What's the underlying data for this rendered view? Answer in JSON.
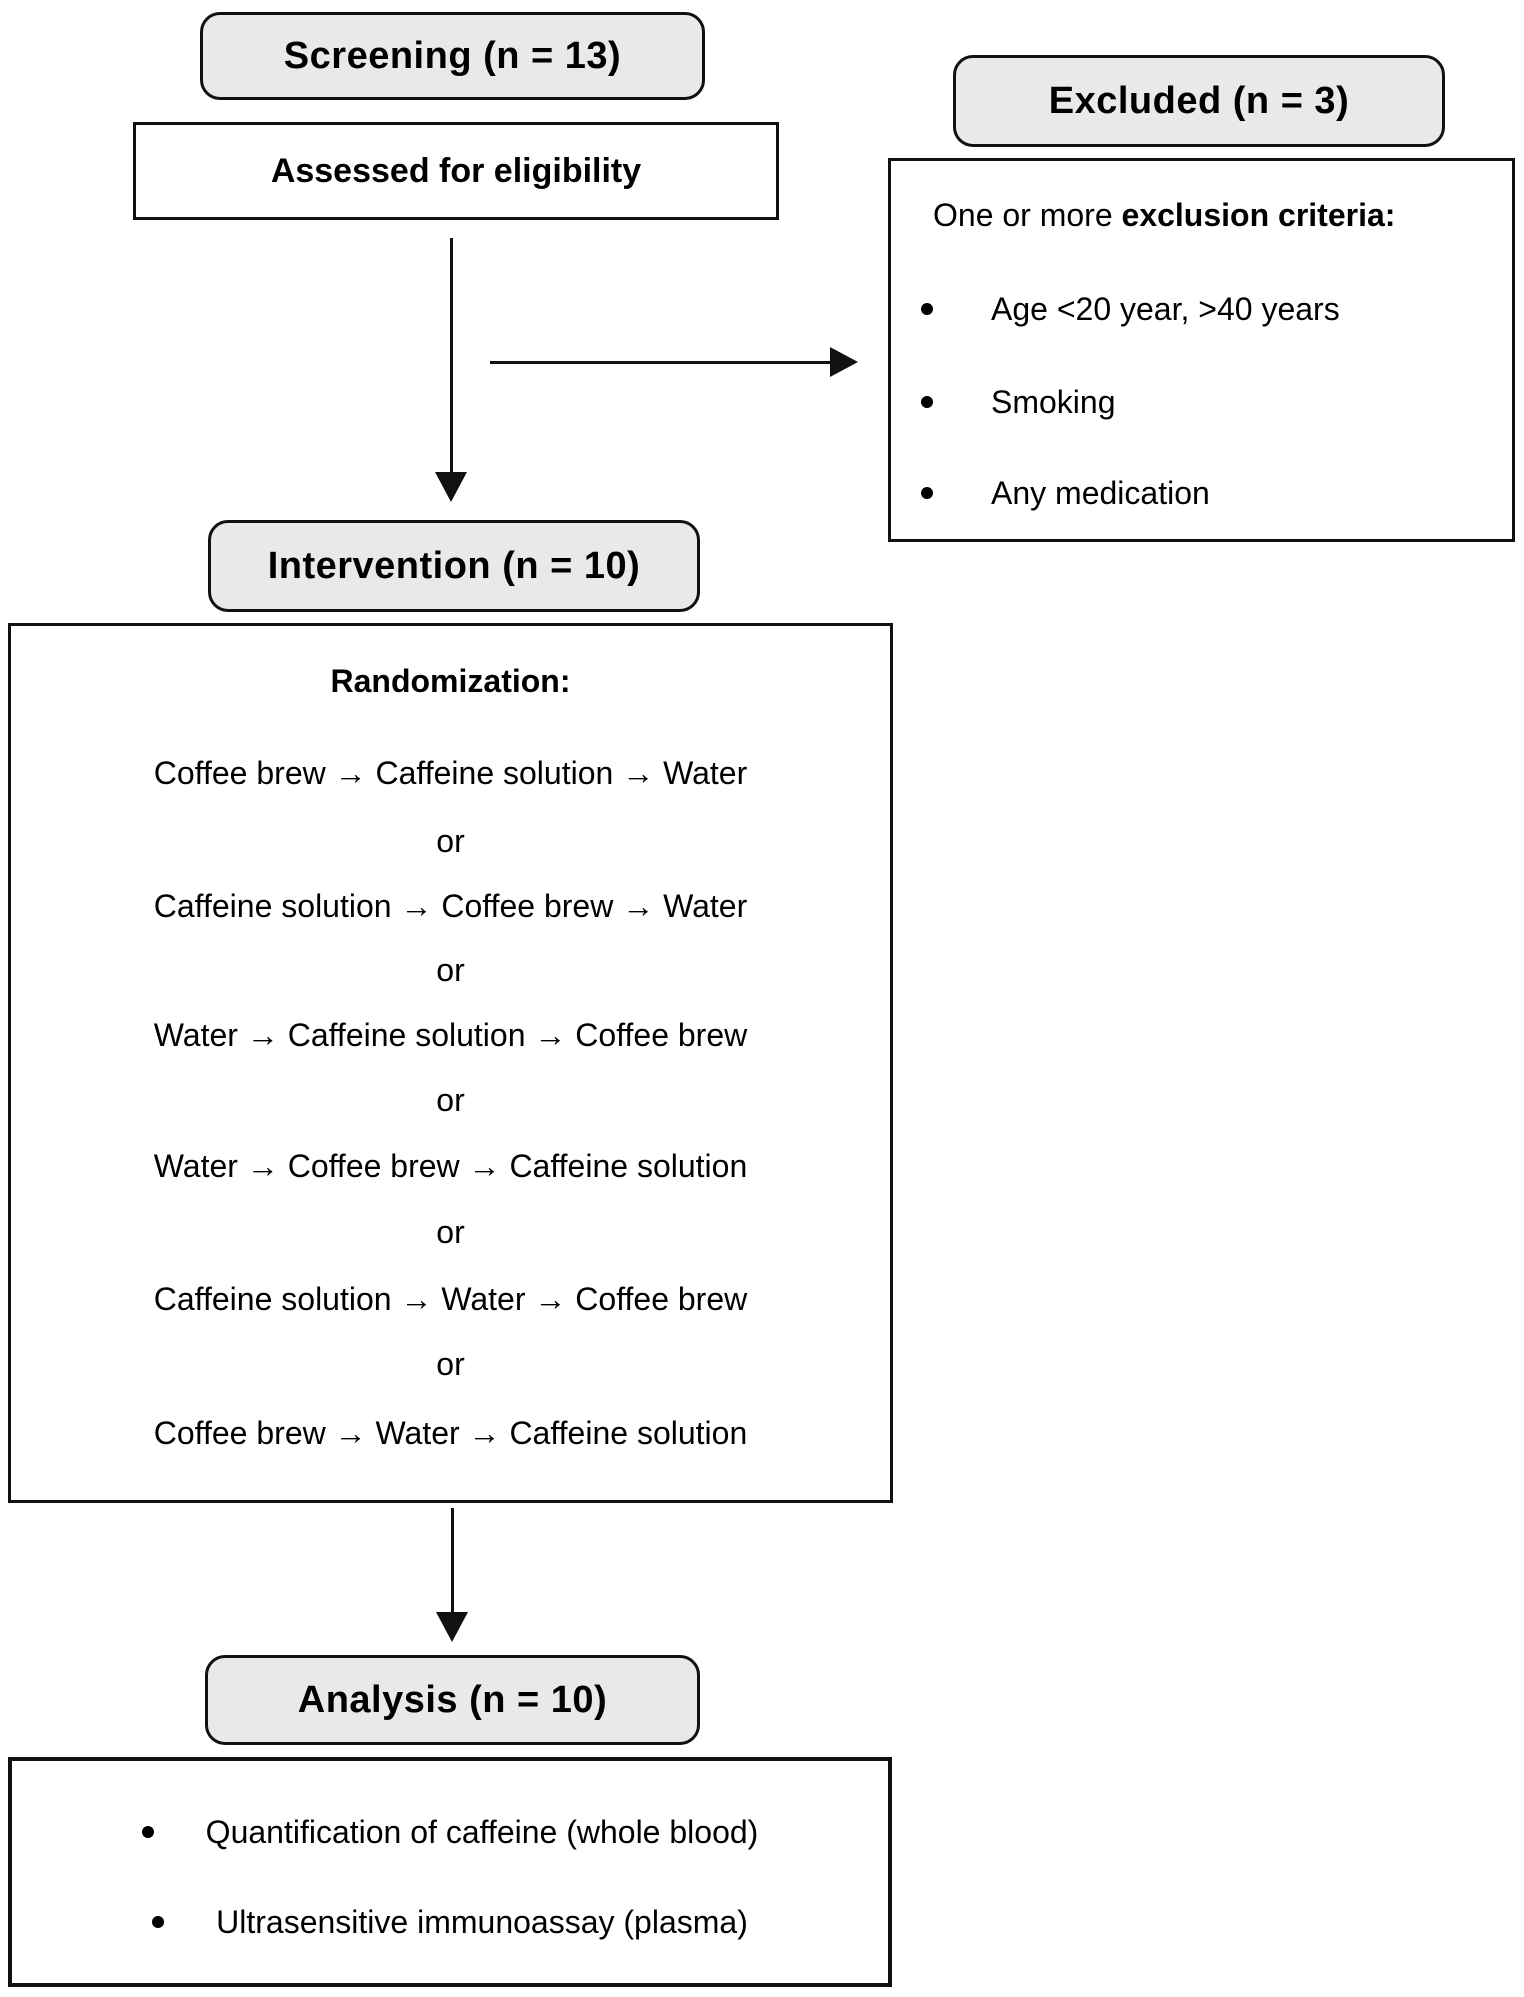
{
  "screening": {
    "label": "Screening (n = 13)"
  },
  "assessed": {
    "label": "Assessed for eligibility"
  },
  "excluded": {
    "label": "Excluded (n = 3)"
  },
  "exclusion_criteria": {
    "title_regular": "One or more ",
    "title_bold": "exclusion criteria:",
    "bullets": [
      "Age <20 year, >40 years",
      "Smoking",
      "Any medication"
    ]
  },
  "intervention": {
    "label": "Intervention (n = 10)"
  },
  "randomization": {
    "title": "Randomization:",
    "rows": [
      "Coffee brew → Caffeine solution → Water",
      "or",
      "Caffeine solution → Coffee brew → Water",
      "or",
      "Water → Caffeine solution → Coffee brew",
      "or",
      "Water → Coffee brew → Caffeine solution",
      "or",
      "Caffeine solution → Water → Coffee brew",
      "or",
      "Coffee brew → Water → Caffeine solution"
    ]
  },
  "analysis": {
    "label": "Analysis (n = 10)"
  },
  "outcomes": {
    "bullets": [
      "Quantification of caffeine (whole blood)",
      "Ultrasensitive immunoassay (plasma)"
    ]
  },
  "colors": {
    "box_fill": "#e9e9e9",
    "border": "#111111",
    "text": "#000000",
    "background": "#ffffff"
  }
}
